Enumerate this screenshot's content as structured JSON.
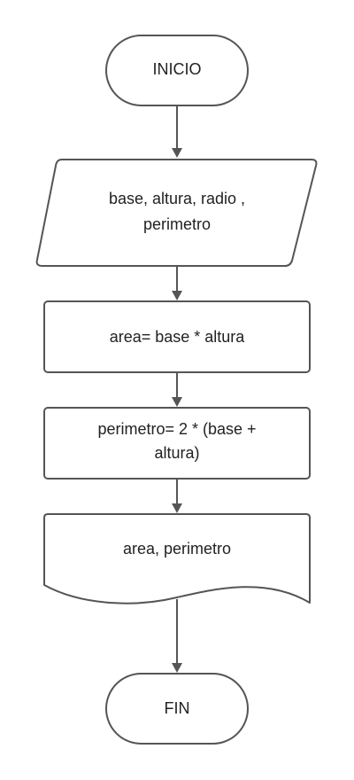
{
  "diagram": {
    "nodes": [
      {
        "id": "start",
        "type": "terminator",
        "lines": [
          "INICIO"
        ]
      },
      {
        "id": "input",
        "type": "data",
        "lines": [
          "base, altura, radio ,",
          "perimetro"
        ]
      },
      {
        "id": "process_area",
        "type": "process",
        "lines": [
          "area= base * altura"
        ]
      },
      {
        "id": "process_perimetro",
        "type": "process",
        "lines": [
          "perimetro= 2 * (base +",
          "altura)"
        ]
      },
      {
        "id": "output",
        "type": "document",
        "lines": [
          "area, perimetro"
        ]
      },
      {
        "id": "end",
        "type": "terminator",
        "lines": [
          "FIN"
        ]
      }
    ],
    "edges": [
      {
        "from": "start",
        "to": "input"
      },
      {
        "from": "input",
        "to": "process_area"
      },
      {
        "from": "process_area",
        "to": "process_perimetro"
      },
      {
        "from": "process_perimetro",
        "to": "output"
      },
      {
        "from": "output",
        "to": "end"
      }
    ],
    "colors": {
      "stroke": "#555555",
      "fill": "#ffffff",
      "text": "#222222"
    }
  }
}
